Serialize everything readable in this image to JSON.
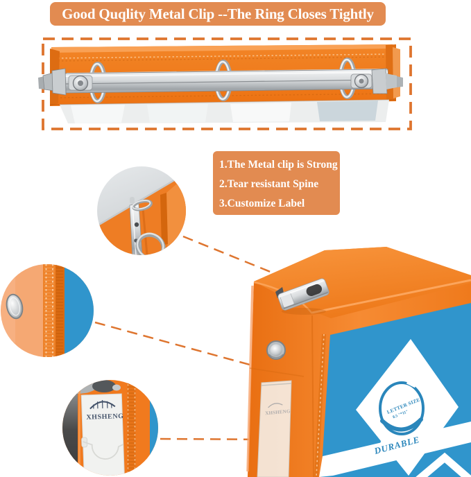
{
  "banner": {
    "text": "Good Quqlity Metal Clip --The Ring Closes Tightly",
    "bg": "#E28B51",
    "text_color": "#FFFFFF"
  },
  "features": {
    "bg": "#E28B51",
    "items": [
      "1.The Metal clip is Strong",
      "2.Tear resistant Spine",
      "3.Customize Label"
    ]
  },
  "binder": {
    "orange": "#F1811E",
    "blue": "#3095CC",
    "brand": "XHSHENG",
    "cover_label": {
      "line1": "LETTER SIZE",
      "line2": "8.5 \"*11\"",
      "line3": "DURABLE",
      "ink": "#2A86BB"
    }
  },
  "callouts": {
    "dash_color": "#DE752F"
  }
}
